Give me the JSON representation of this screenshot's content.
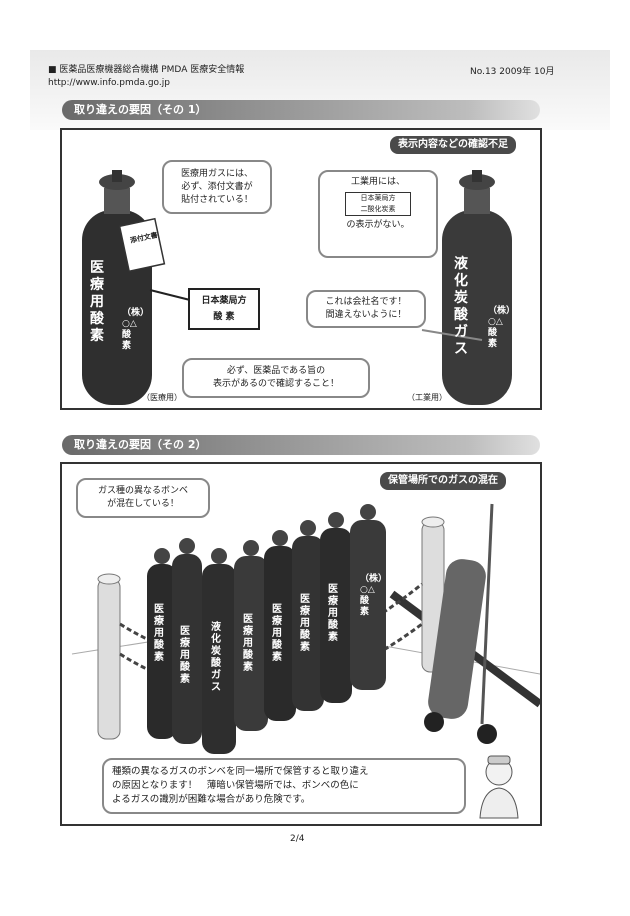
{
  "header": {
    "org": "■ 医薬品医療機器総合機構 PMDA 医療安全情報",
    "url": "http://www.info.pmda.go.jp",
    "issue": "No.13  2009年 10月"
  },
  "section1": {
    "title": "取り違えの要因（その 1）",
    "tag": "表示内容などの確認不足",
    "bubble_left_line1": "医療用ガスには、",
    "bubble_left_line2": "必ず、添付文書が",
    "bubble_left_line3": "貼付されている！",
    "bubble_right_top_line1": "工業用には、",
    "bubble_right_top_box_line1": "日本薬局方",
    "bubble_right_top_box_line2": "二酸化炭素",
    "bubble_right_top_line2": "の表示がない。",
    "bubble_right_mid_line1": "これは会社名です！",
    "bubble_right_mid_line2": "間違えないように！",
    "label_box_line1": "日本薬局方",
    "label_box_line2": "酸 素",
    "bubble_bottom_line1": "必ず、医薬品である旨の",
    "bubble_bottom_line2": "表示があるので確認すること！",
    "cylinder_left_text": "医療用酸素",
    "cylinder_left_company": "（株）○△酸素",
    "cylinder_left_tag": "添付文書",
    "cylinder_left_caption": "（医療用）",
    "cylinder_right_text": "液化炭酸ガス",
    "cylinder_right_company": "（株）○△酸素",
    "cylinder_right_caption": "（工業用）"
  },
  "section2": {
    "title": "取り違えの要因（その 2）",
    "tag": "保管場所でのガスの混在",
    "bubble_top_line1": "ガス種の異なるボンベ",
    "bubble_top_line2": "が混在している！",
    "cylinders": [
      "医療用酸素",
      "医療用酸素",
      "液化炭酸ガス",
      "医療用酸素",
      "医療用酸素",
      "医療用酸素",
      "医療用酸素",
      "（株）○△酸素"
    ],
    "bottom_line1": "種類の異なるガスのボンベを同一場所で保管すると取り違え",
    "bottom_line2": "の原因となります！　薄暗い保管場所では、ボンベの色に",
    "bottom_line3": "よるガスの識別が困難な場合があり危険です。"
  },
  "footer": {
    "page": "2/4"
  }
}
